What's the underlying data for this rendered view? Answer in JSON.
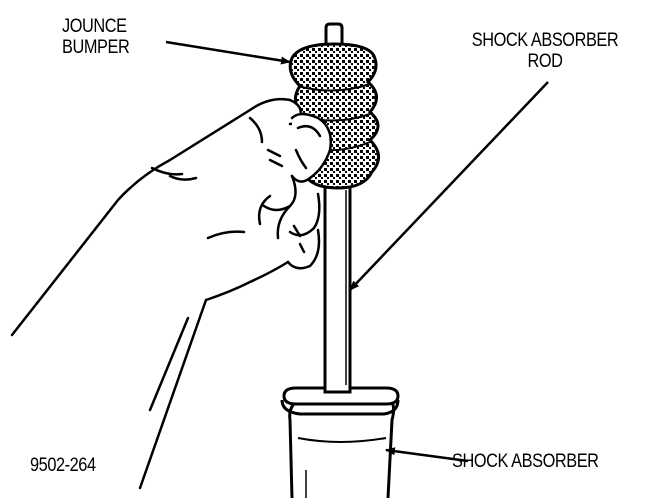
{
  "labels": {
    "jounce_bumper": [
      "JOUNCE",
      "BUMPER"
    ],
    "shock_absorber_rod": [
      "SHOCK ABSORBER",
      "ROD"
    ],
    "shock_absorber": "SHOCK ABSORBER",
    "figure_number": "9502-264"
  },
  "colors": {
    "ink": "#000000",
    "paper": "#ffffff"
  }
}
